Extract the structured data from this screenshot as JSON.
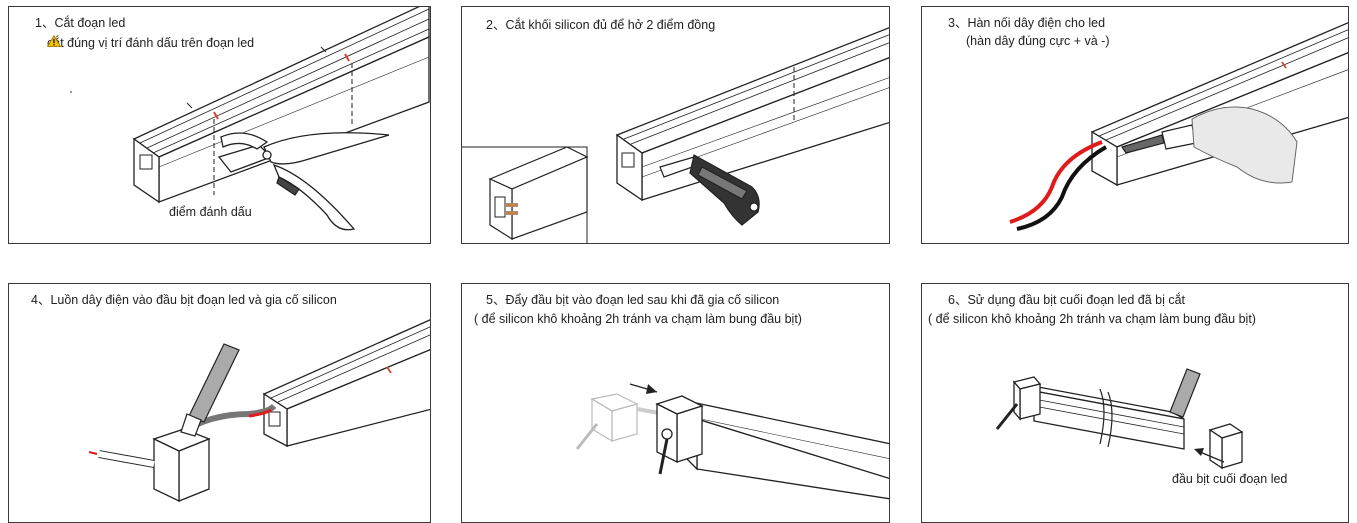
{
  "steps": [
    {
      "num": "1、",
      "title": "Cắt đoạn led",
      "warning": "cắt đúng vị trí đánh dấu trên đoạn led",
      "label": "điểm đánh dấu"
    },
    {
      "num": "2、",
      "title": "Cắt khối silicon đủ để hở 2 điểm đồng"
    },
    {
      "num": "3、",
      "title": "Hàn nối dây điện cho led",
      "subtitle": "(hàn dây đúng cực + và -)"
    },
    {
      "num": "4、",
      "title": "Luồn dây điện vào đầu bịt đoạn led và gia cố silicon"
    },
    {
      "num": "5、",
      "title": "Đẩy đầu bịt vào đoạn led sau khi đã gia cố silicon",
      "subtitle": "( để silicon khô khoảng 2h tránh va chạm làm bung đầu bịt)"
    },
    {
      "num": "6、",
      "title": "Sử dụng đầu bịt cuối đoạn led đã bị cắt",
      "subtitle": "( để silicon khô khoảng 2h tránh va chạm làm bung đầu bịt)",
      "label": "đầu bịt cuối đoạn led"
    }
  ],
  "colors": {
    "border": "#3a3a3a",
    "line": "#222222",
    "warning": "#f2c200",
    "wire_red": "#e01b1b",
    "wire_black": "#111111",
    "mark_red": "#d9412b"
  },
  "icons": [
    "warning-icon",
    "led-strip",
    "scissors-icon",
    "utility-knife-icon",
    "soldering-iron-icon",
    "glue-tube-icon",
    "end-cap-icon"
  ]
}
